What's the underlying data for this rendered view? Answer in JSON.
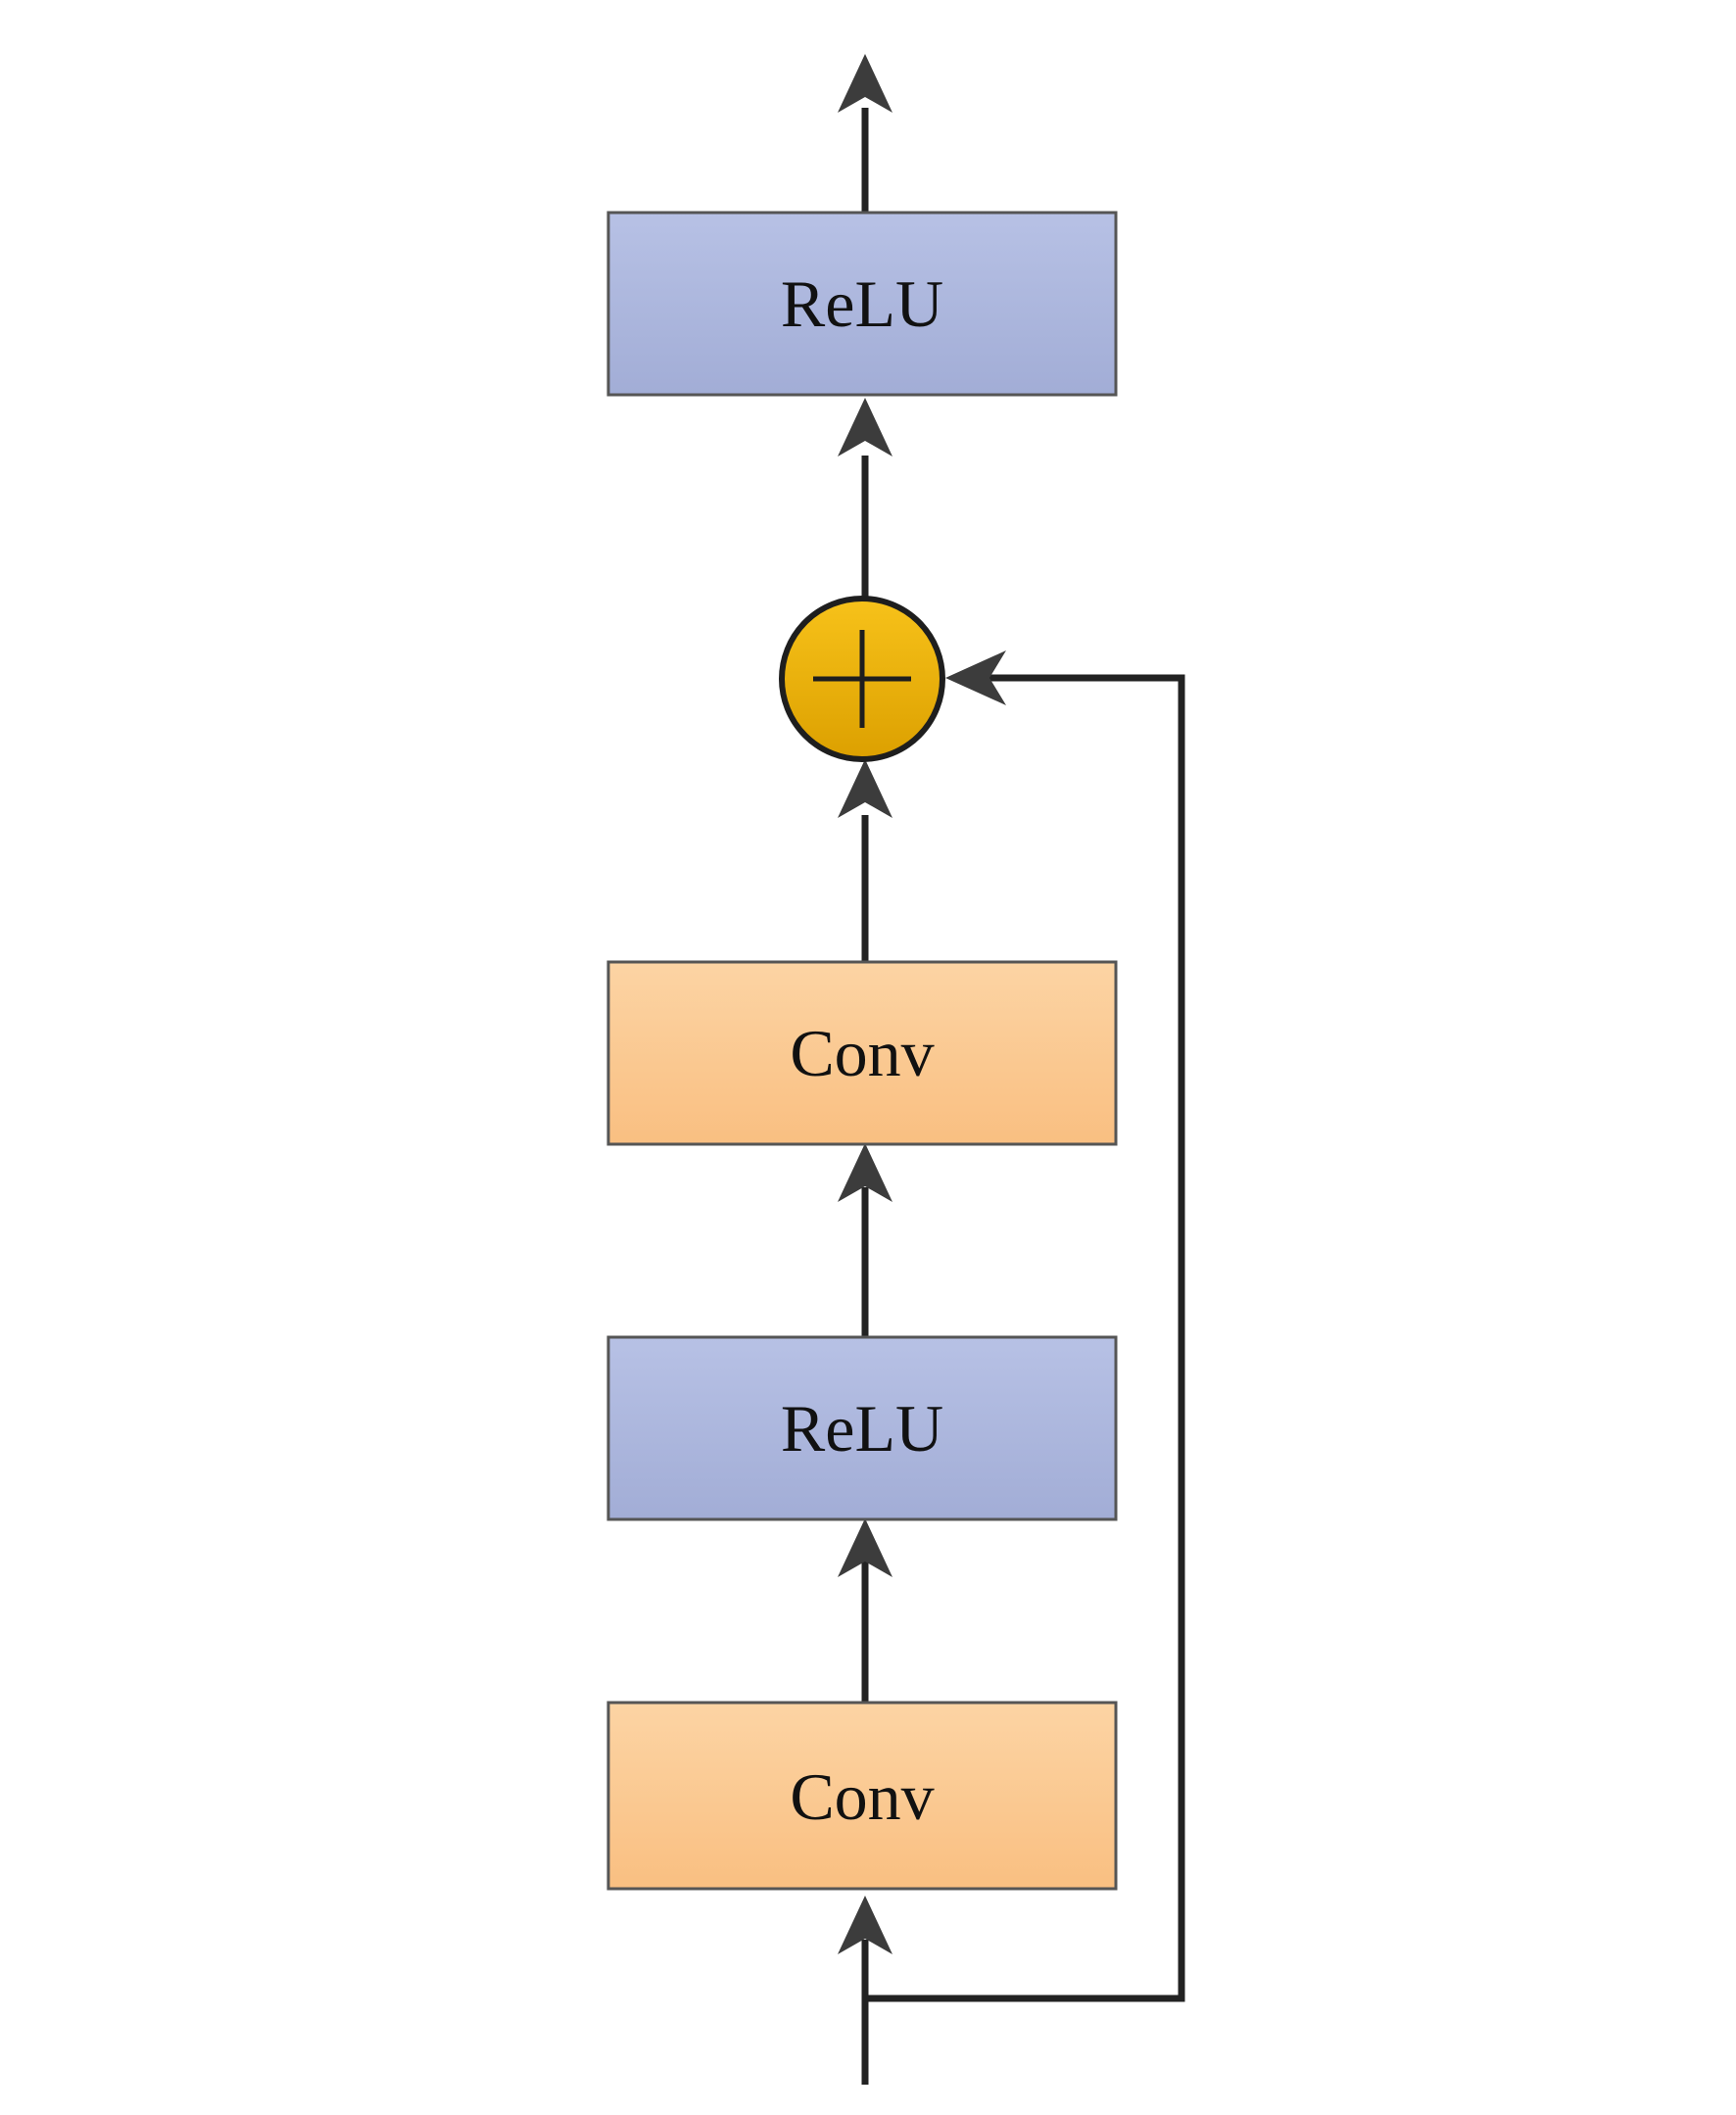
{
  "blocks": {
    "relu_top": {
      "label": "ReLU",
      "kind": "activation"
    },
    "conv_upper": {
      "label": "Conv",
      "kind": "convolution"
    },
    "relu_middle": {
      "label": "ReLU",
      "kind": "activation"
    },
    "conv_bottom": {
      "label": "Conv",
      "kind": "convolution"
    }
  },
  "sum_node": {
    "icon": "plus-icon",
    "operation": "element-wise addition"
  },
  "colors": {
    "relu_fill_top": "#B7C1E5",
    "relu_fill_bottom": "#A2ADD6",
    "conv_fill_top": "#FCD4A4",
    "conv_fill_bottom": "#F9BF81",
    "sum_fill_top": "#F7C21A",
    "sum_fill_bottom": "#DCA000",
    "line": "#222222",
    "arrowhead": "#3C3C3C"
  }
}
